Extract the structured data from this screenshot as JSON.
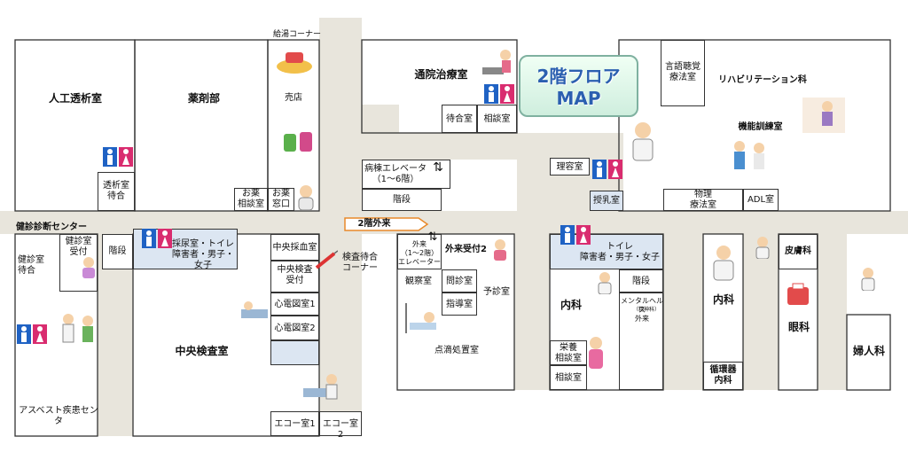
{
  "title": {
    "line1": "2階フロア",
    "line2": "MAP"
  },
  "rooms": {
    "jinko_toseki": "人工透析室",
    "yakuzai": "薬剤部",
    "kyuto_corner": "給湯コーナー",
    "baiten": "売店",
    "tsuin_chiryo": "通院治療室",
    "gengo_chokaku": "言語聴覚\n療法室",
    "reha": "リハビリテーション科",
    "kino_kunren": "機能訓練室",
    "machiai": "待合室",
    "sodan1": "相談室",
    "toseki_machiai": "透析室\n待合",
    "okusuri_sodan": "お薬\n相談室",
    "okusuri_madoguchi": "お薬\n窓口",
    "byoto_elevator": "病棟エレベータ\n（1～6階）",
    "kaidan_top": "階段",
    "riyo": "理容室",
    "junyu": "授乳室",
    "butsuri": "物理\n療法室",
    "adl": "ADL室",
    "kenshin_center": "健診診断センター",
    "kenshin_machiai": "健診室\n待合",
    "kenshin_uketsuke": "健診室\n受付",
    "kaidan_left": "階段",
    "saiyo_toilet": "採尿室・トイレ\n障害者・男子・女子",
    "chuo_saiketsu": "中央採血室",
    "chuo_kensa_uketsuke": "中央検査\n受付",
    "kensa_machiai": "検査待合\nコーナー",
    "shindenzu1": "心電図室1",
    "shindenzu2": "心電図室2",
    "chuo_kensa": "中央検査室",
    "asbestos": "アスベスト疾患センタ",
    "echo1": "エコー室1",
    "echo2": "エコー室2",
    "gairai_sign": "2階外来",
    "gairai_elevator": "外来\n（1～2階）\nエレベーター",
    "gairai_uketsuke2": "外来受付2",
    "kansatsu": "観察室",
    "monshin": "問診室",
    "yoshin": "予診室",
    "shido": "指導室",
    "tenteki": "点滴処置室",
    "toilet_right": "トイレ\n障害者・男子・女子",
    "naika_left": "内科",
    "kaidan_right": "階段",
    "mental": "メンタルヘルス\n外来",
    "mental_note": "（精神科）",
    "eiyo_sodan": "栄養\n相談室",
    "sodan2": "相談室",
    "naika_right": "内科",
    "junkanki": "循環器\n内科",
    "hifu": "皮膚科",
    "ganka": "眼科",
    "fujin": "婦人科"
  },
  "colors": {
    "corridor": "#e8e5dc",
    "toilet_room": "#dce6f2",
    "title_text": "#2b5fb0",
    "arrow": "#e8892a"
  }
}
